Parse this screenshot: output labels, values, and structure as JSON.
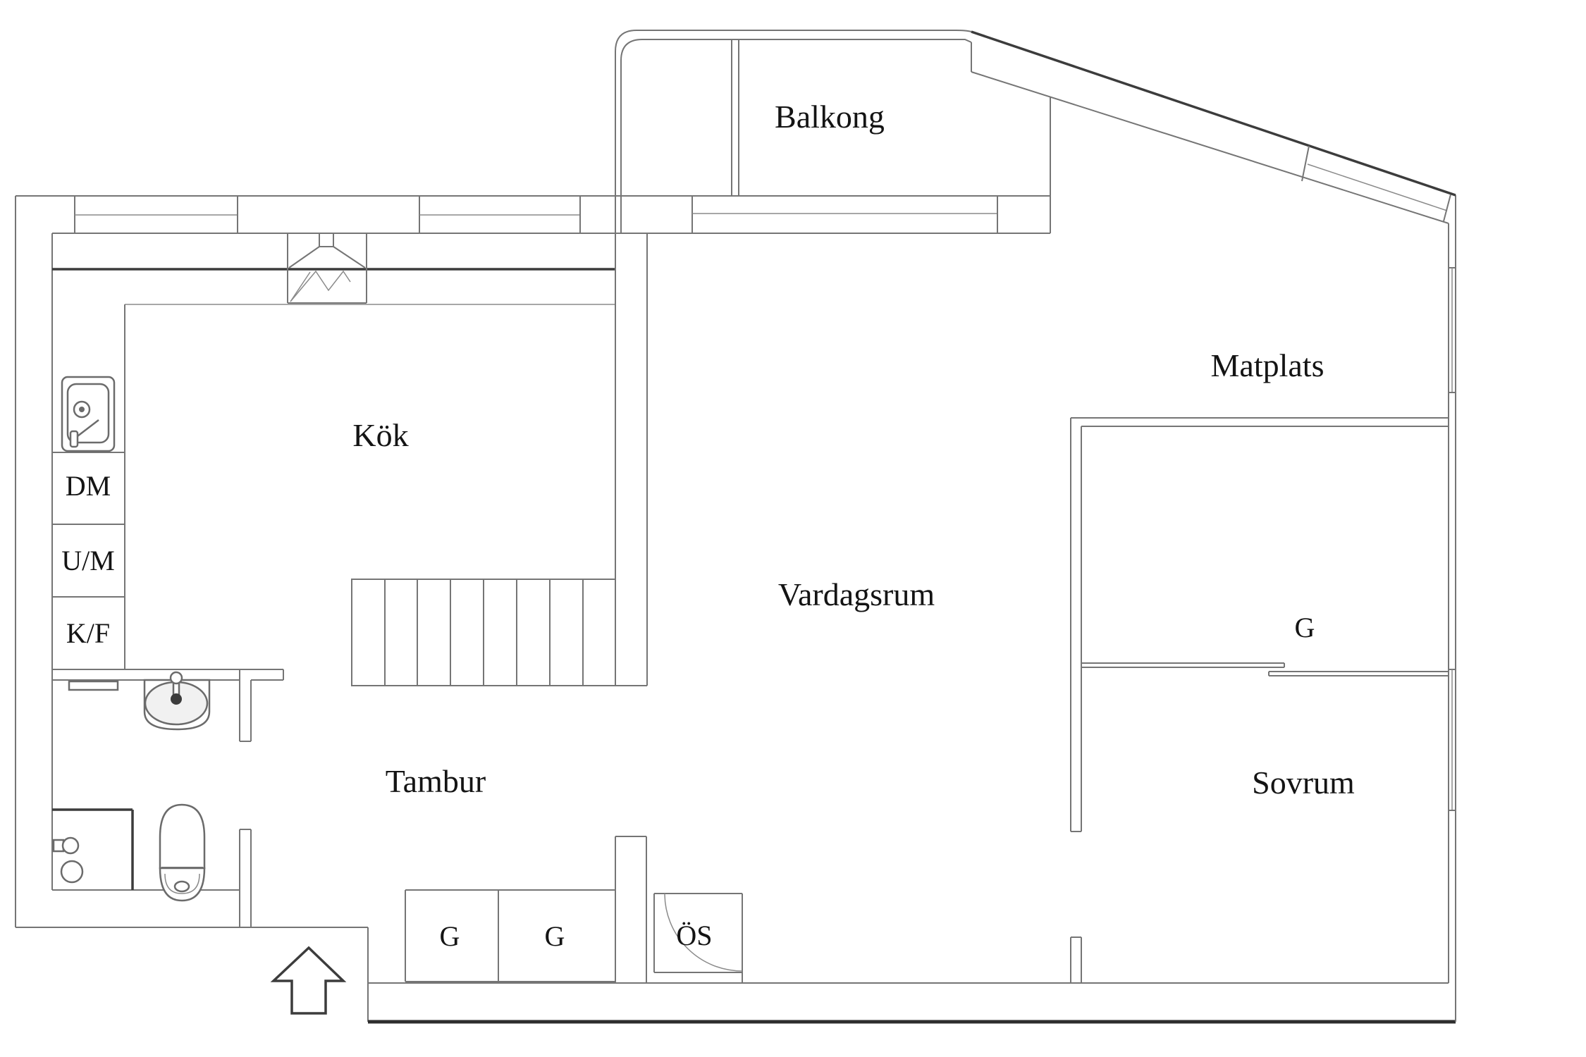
{
  "document": {
    "type": "apartment floor plan",
    "language": "Swedish"
  },
  "colors": {
    "background": "#ffffff",
    "wall_line": "#757575",
    "wall_dark": "#3c3c3c",
    "outer_wall": "#2e2e2e",
    "text": "#141414",
    "fixture_fill": "#f1f1f1"
  },
  "labels": {
    "balkong": "Balkong",
    "matplats": "Matplats",
    "kok": "Kök",
    "vardagsrum": "Vardagsrum",
    "tambur": "Tambur",
    "sovrum": "Sovrum",
    "dm": "DM",
    "um": "U/M",
    "kf": "K/F",
    "g": "G",
    "os": "ÖS"
  }
}
